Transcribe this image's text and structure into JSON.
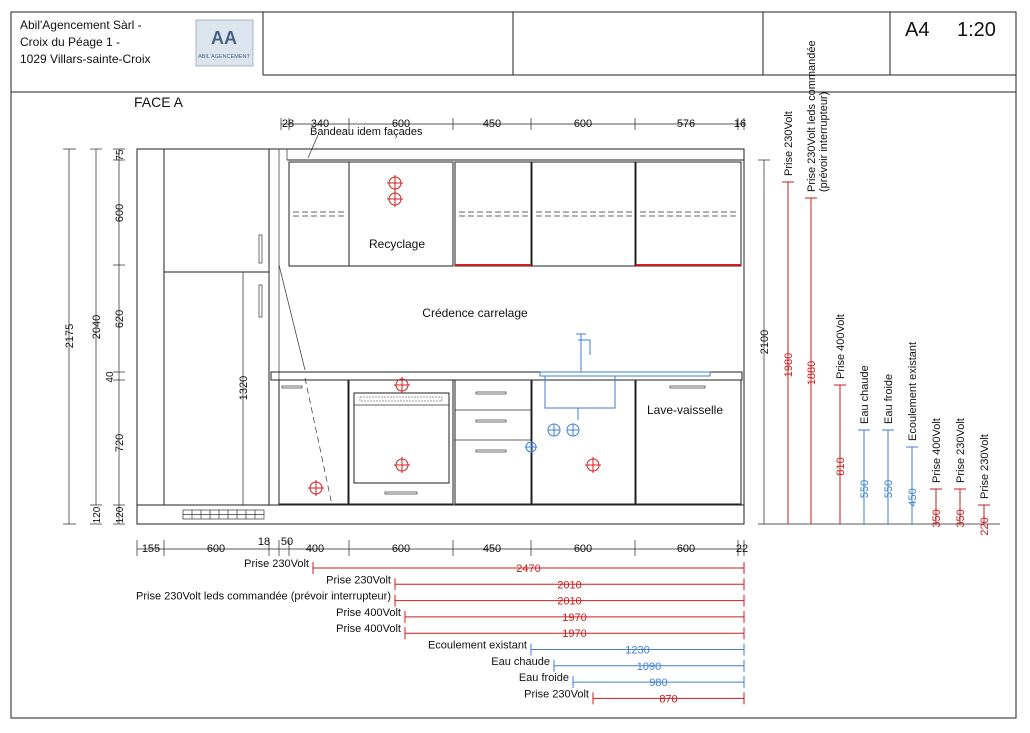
{
  "company": {
    "line1": "Abil'Agencement  Sàrl  -",
    "line2": "Croix du Péage 1 -",
    "line3": "1029 Villars-sainte-Croix",
    "logo_letters": "AA",
    "logo_text": "ABIL'AGENCEMENT"
  },
  "title_block": {
    "format": "A4",
    "scale": "1:20"
  },
  "face_label": "FACE A",
  "labels": {
    "bandeau": "Bandeau idem façades",
    "recyclage": "Recyclage",
    "credence": "Crédence carrelage",
    "lave_vaisselle": "Lave-vaisselle"
  },
  "top_dims": [
    "28",
    "340",
    "600",
    "450",
    "600",
    "576",
    "16"
  ],
  "bottom_dims": [
    "155",
    "600",
    "18",
    "50",
    "400",
    "600",
    "450",
    "600",
    "600",
    "22"
  ],
  "left_dims": {
    "outer": "2175",
    "mid": "2040",
    "stack": [
      "75",
      "600",
      "620",
      "40",
      "720",
      "120"
    ],
    "inner_120": "120",
    "fridge": "1320"
  },
  "right_dims": {
    "total": "2100",
    "items": [
      {
        "label": "Prise  230Volt",
        "value": "1980",
        "color": "#c81d1d"
      },
      {
        "label": "Prise  230Volt leds commandée (prévoir interrupteur)",
        "value": "1880",
        "color": "#c81d1d"
      },
      {
        "label": "Prise  400Volt",
        "value": "810",
        "color": "#c81d1d"
      },
      {
        "label": "Eau chaude",
        "value": "550",
        "color": "#3f7fd6"
      },
      {
        "label": "Eau froide",
        "value": "550",
        "color": "#3f7fd6"
      },
      {
        "label": "Ecoulement existant",
        "value": "450",
        "color": "#3f7fd6"
      },
      {
        "label": "Prise  400Volt",
        "value": "350",
        "color": "#c81d1d"
      },
      {
        "label": "Prise  230Volt",
        "value": "350",
        "color": "#c81d1d"
      },
      {
        "label": "Prise  230Volt",
        "value": "220",
        "color": "#c81d1d"
      }
    ]
  },
  "legend_rows": [
    {
      "label": "Prise  230Volt",
      "value": "2470",
      "color": "#c81d1d"
    },
    {
      "label": "Prise  230Volt",
      "value": "2010",
      "color": "#c81d1d"
    },
    {
      "label": "Prise  230Volt leds commandée (prévoir interrupteur)",
      "value": "2010",
      "color": "#c81d1d"
    },
    {
      "label": "Prise  400Volt",
      "value": "1970",
      "color": "#c81d1d"
    },
    {
      "label": "Prise  400Volt",
      "value": "1970",
      "color": "#c81d1d"
    },
    {
      "label": "Ecoulement existant",
      "value": "1230",
      "color": "#3f7fd6"
    },
    {
      "label": "Eau chaude",
      "value": "1090",
      "color": "#3f7fd6"
    },
    {
      "label": "Eau froide",
      "value": "980",
      "color": "#3f7fd6"
    },
    {
      "label": "Prise  230Volt",
      "value": "870",
      "color": "#c81d1d"
    }
  ]
}
